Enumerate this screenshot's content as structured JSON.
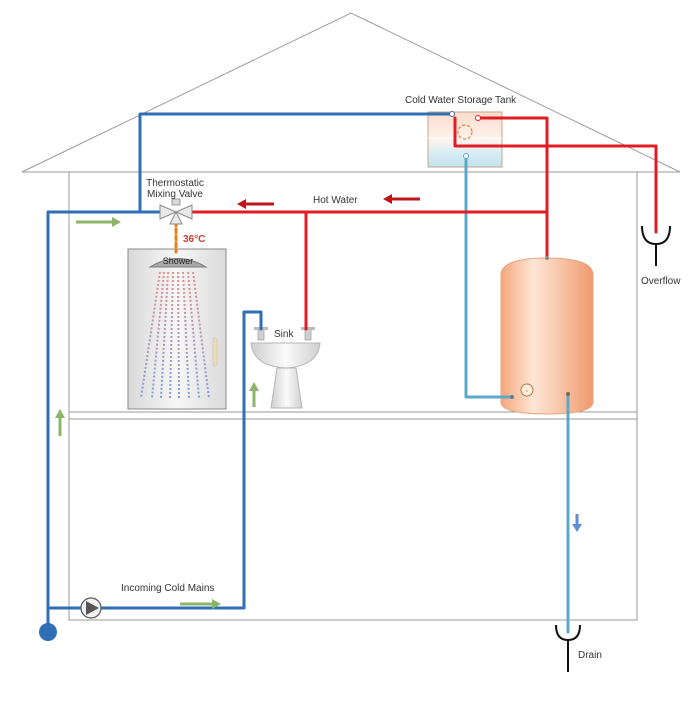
{
  "labels": {
    "cold_tank": "Cold Water Storage Tank",
    "mixing_valve_line1": "Thermostatic",
    "mixing_valve_line2": "Mixing Valve",
    "hot_water": "Hot Water",
    "temperature": "36°C",
    "shower": "Shower",
    "sink": "Sink",
    "overflow": "Overflow",
    "incoming_mains": "Incoming Cold Mains",
    "drain": "Drain"
  },
  "colors": {
    "cold_mains": "#2e6fb5",
    "cold_feed": "#5ba8c8",
    "hot": "#e01c24",
    "mix": "#e8801e",
    "flow_arrow": "#8db56a",
    "flow_arrow_cold": "#5b8fd8",
    "hot_arrow": "#c0141b",
    "house_outline": "#9a9a9a",
    "cylinder": "#f2b48e"
  },
  "icons": [
    "pump-icon",
    "mixing-valve-icon",
    "shower-head-icon",
    "tap-icon",
    "float-valve-icon",
    "immersion-heater-icon",
    "trap-icon"
  ]
}
